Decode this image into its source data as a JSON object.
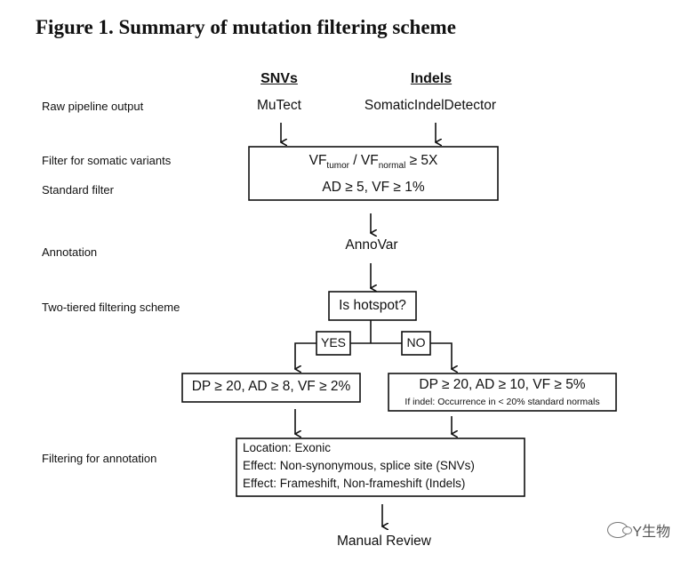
{
  "title": "Figure 1. Summary of mutation filtering scheme",
  "stages": {
    "raw": "Raw pipeline output",
    "somatic": "Filter for somatic variants",
    "standard": "Standard filter",
    "annotation": "Annotation",
    "two_tier": "Two-tiered filtering scheme",
    "filter_annotation": "Filtering for annotation"
  },
  "headers": {
    "snvs": "SNVs",
    "indels": "Indels"
  },
  "tools": {
    "mutect": "MuTect",
    "sid": "SomaticIndelDetector",
    "annovar": "AnnoVar"
  },
  "filter_box": {
    "vf": "VF",
    "tumor": "tumor",
    "slash": " / VF",
    "normal": "normal",
    "ratio": " ≥ 5X",
    "standard": "AD ≥ 5, VF ≥ 1%"
  },
  "hotspot": {
    "question": "Is hotspot?",
    "yes": "YES",
    "no": "NO"
  },
  "yes_filter": "DP ≥ 20, AD ≥ 8, VF ≥ 2%",
  "no_filter": {
    "main": "DP ≥ 20, AD ≥ 10, VF ≥ 5%",
    "note": "If indel: Occurrence in < 20% standard normals"
  },
  "annotation_filter": {
    "location": "Location: Exonic",
    "effect_snv": "Effect: Non-synonymous, splice site (SNVs)",
    "effect_indel": "Effect: Frameshift, Non-frameshift (Indels)"
  },
  "final": "Manual Review",
  "watermark": "Y生物"
}
